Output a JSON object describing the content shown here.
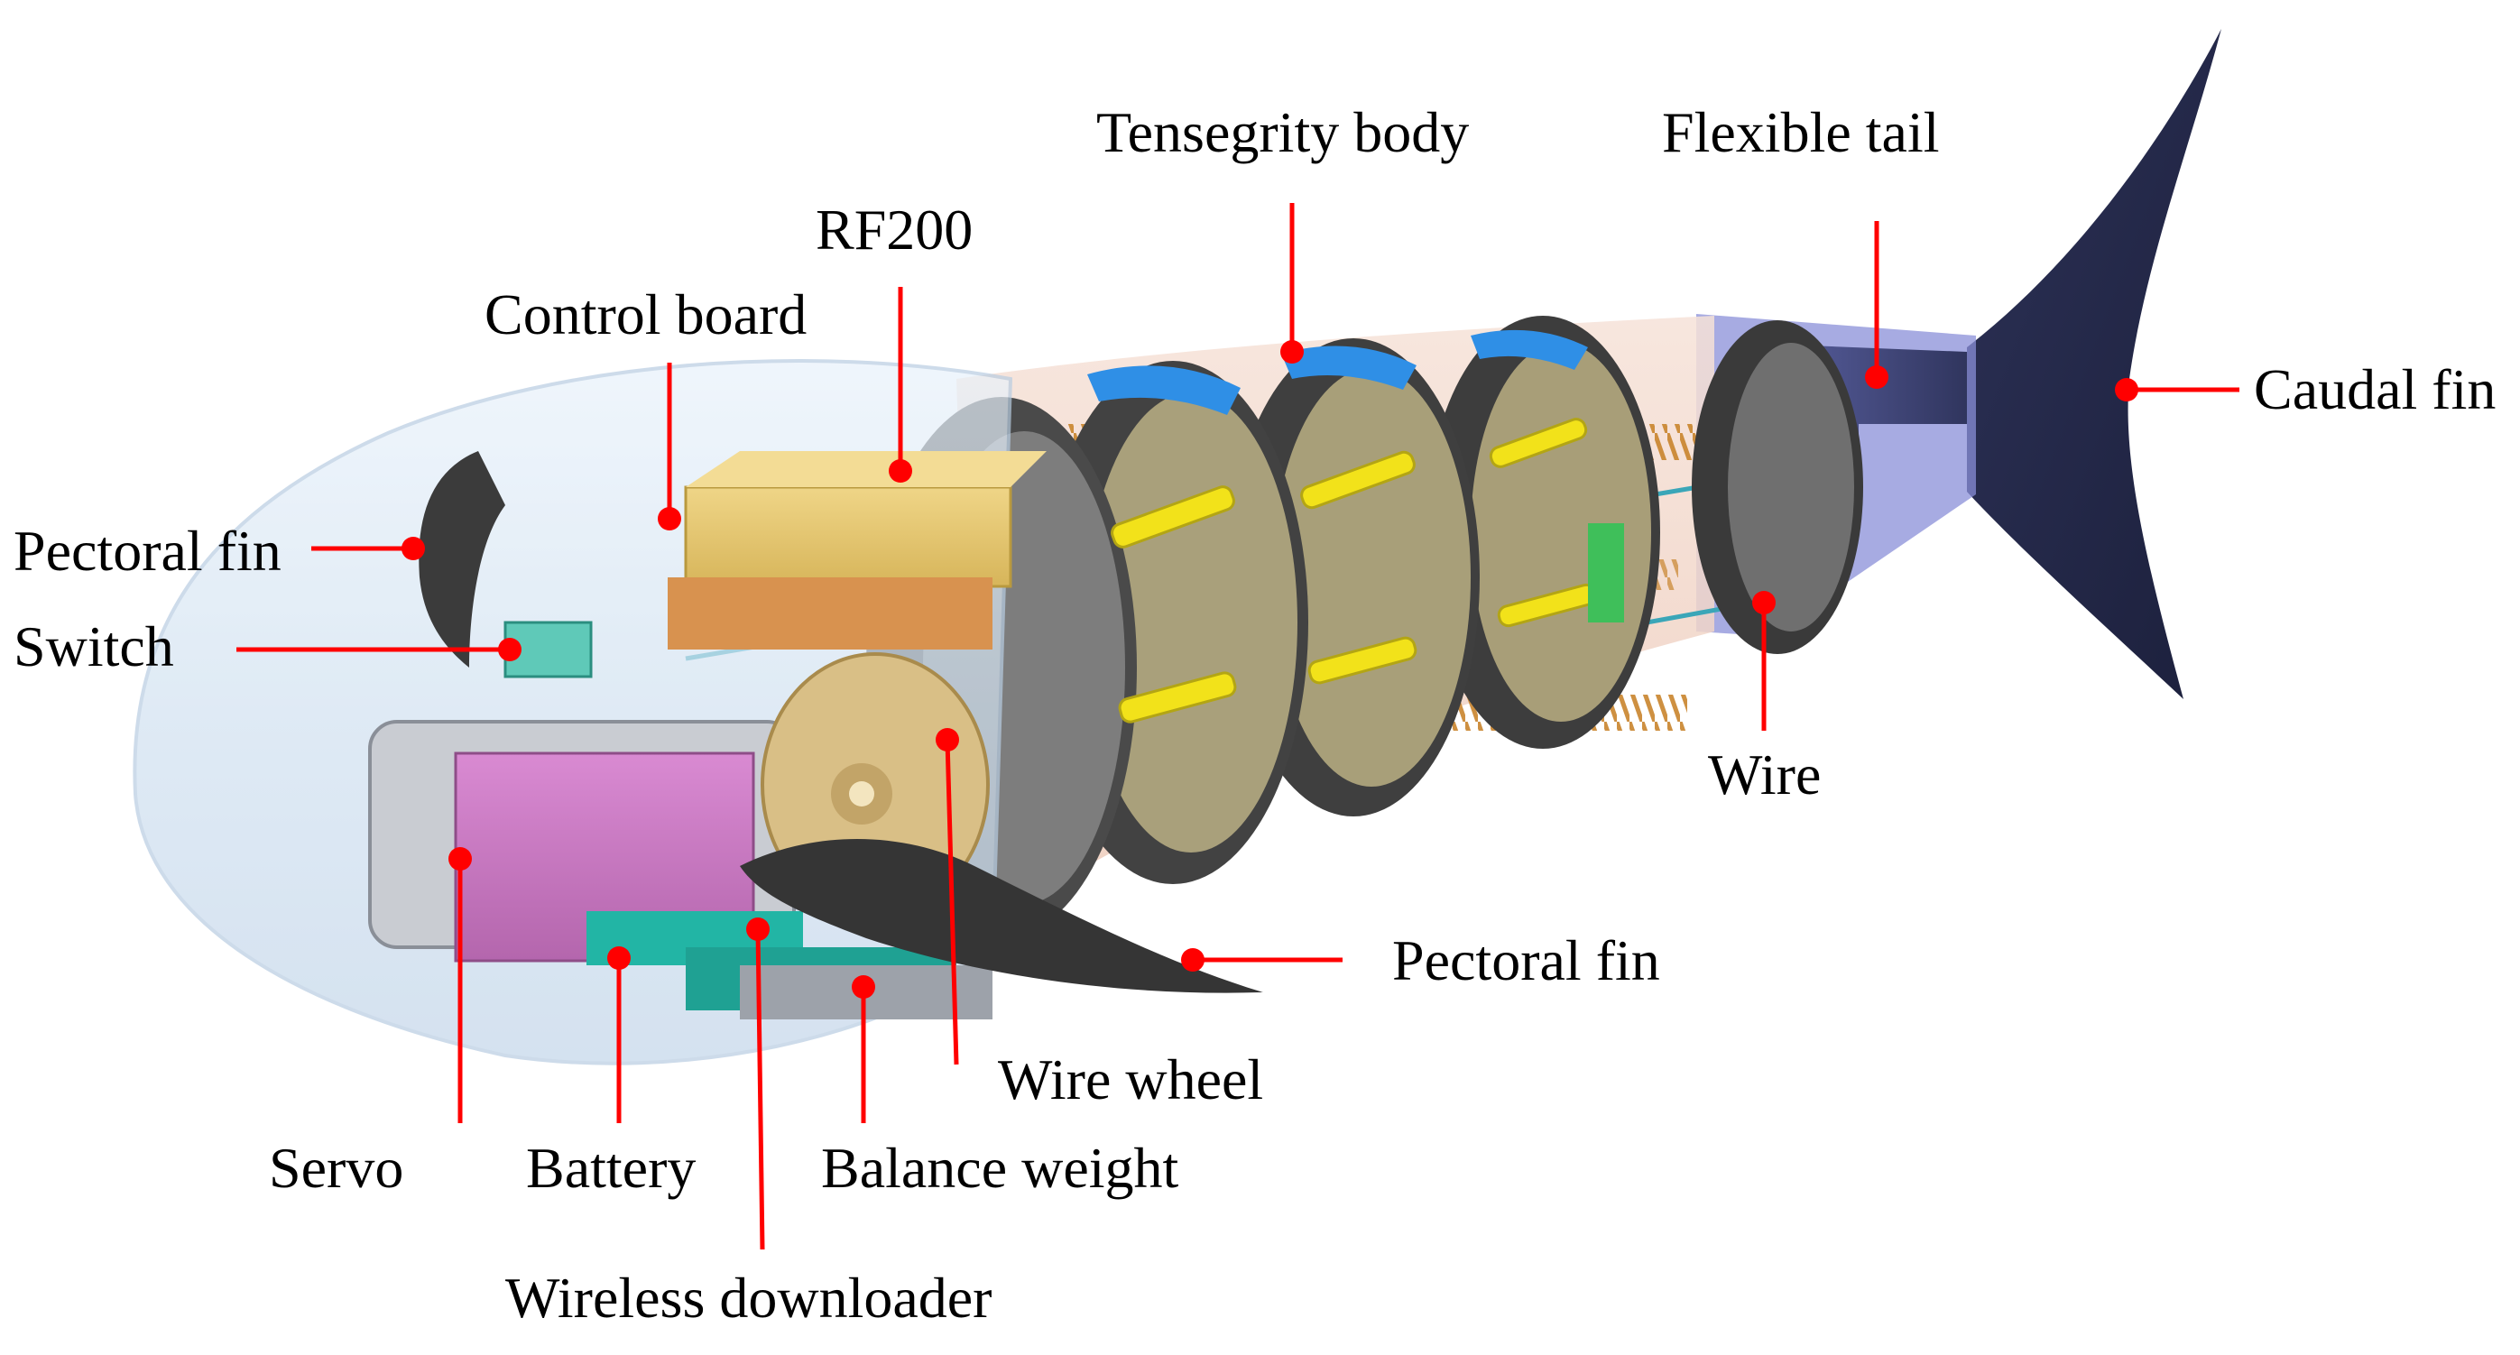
{
  "colors": {
    "leader": "#ff0000",
    "shell": "#cfe0f0",
    "tail": "#232746",
    "fin": "#3c3c3c",
    "board": "#e2c46c",
    "battery": "#c777c0",
    "downloader": "#1fb0a0",
    "accent_blue": "#2f8fe6",
    "spring": "#c8842c",
    "link_yellow": "#f2e21a"
  },
  "labels": {
    "tensegrity_body": "Tensegrity body",
    "flexible_tail": "Flexible tail",
    "rf200": "RF200",
    "control_board": "Control board",
    "caudal_fin": "Caudal fin",
    "pectoral_fin_left": "Pectoral fin",
    "switch": "Switch",
    "wire": "Wire",
    "pectoral_fin_right": "Pectoral fin",
    "wire_wheel": "Wire wheel",
    "servo": "Servo",
    "battery": "Battery",
    "balance_weight": "Balance weight",
    "wireless_downloader": "Wireless downloader"
  }
}
